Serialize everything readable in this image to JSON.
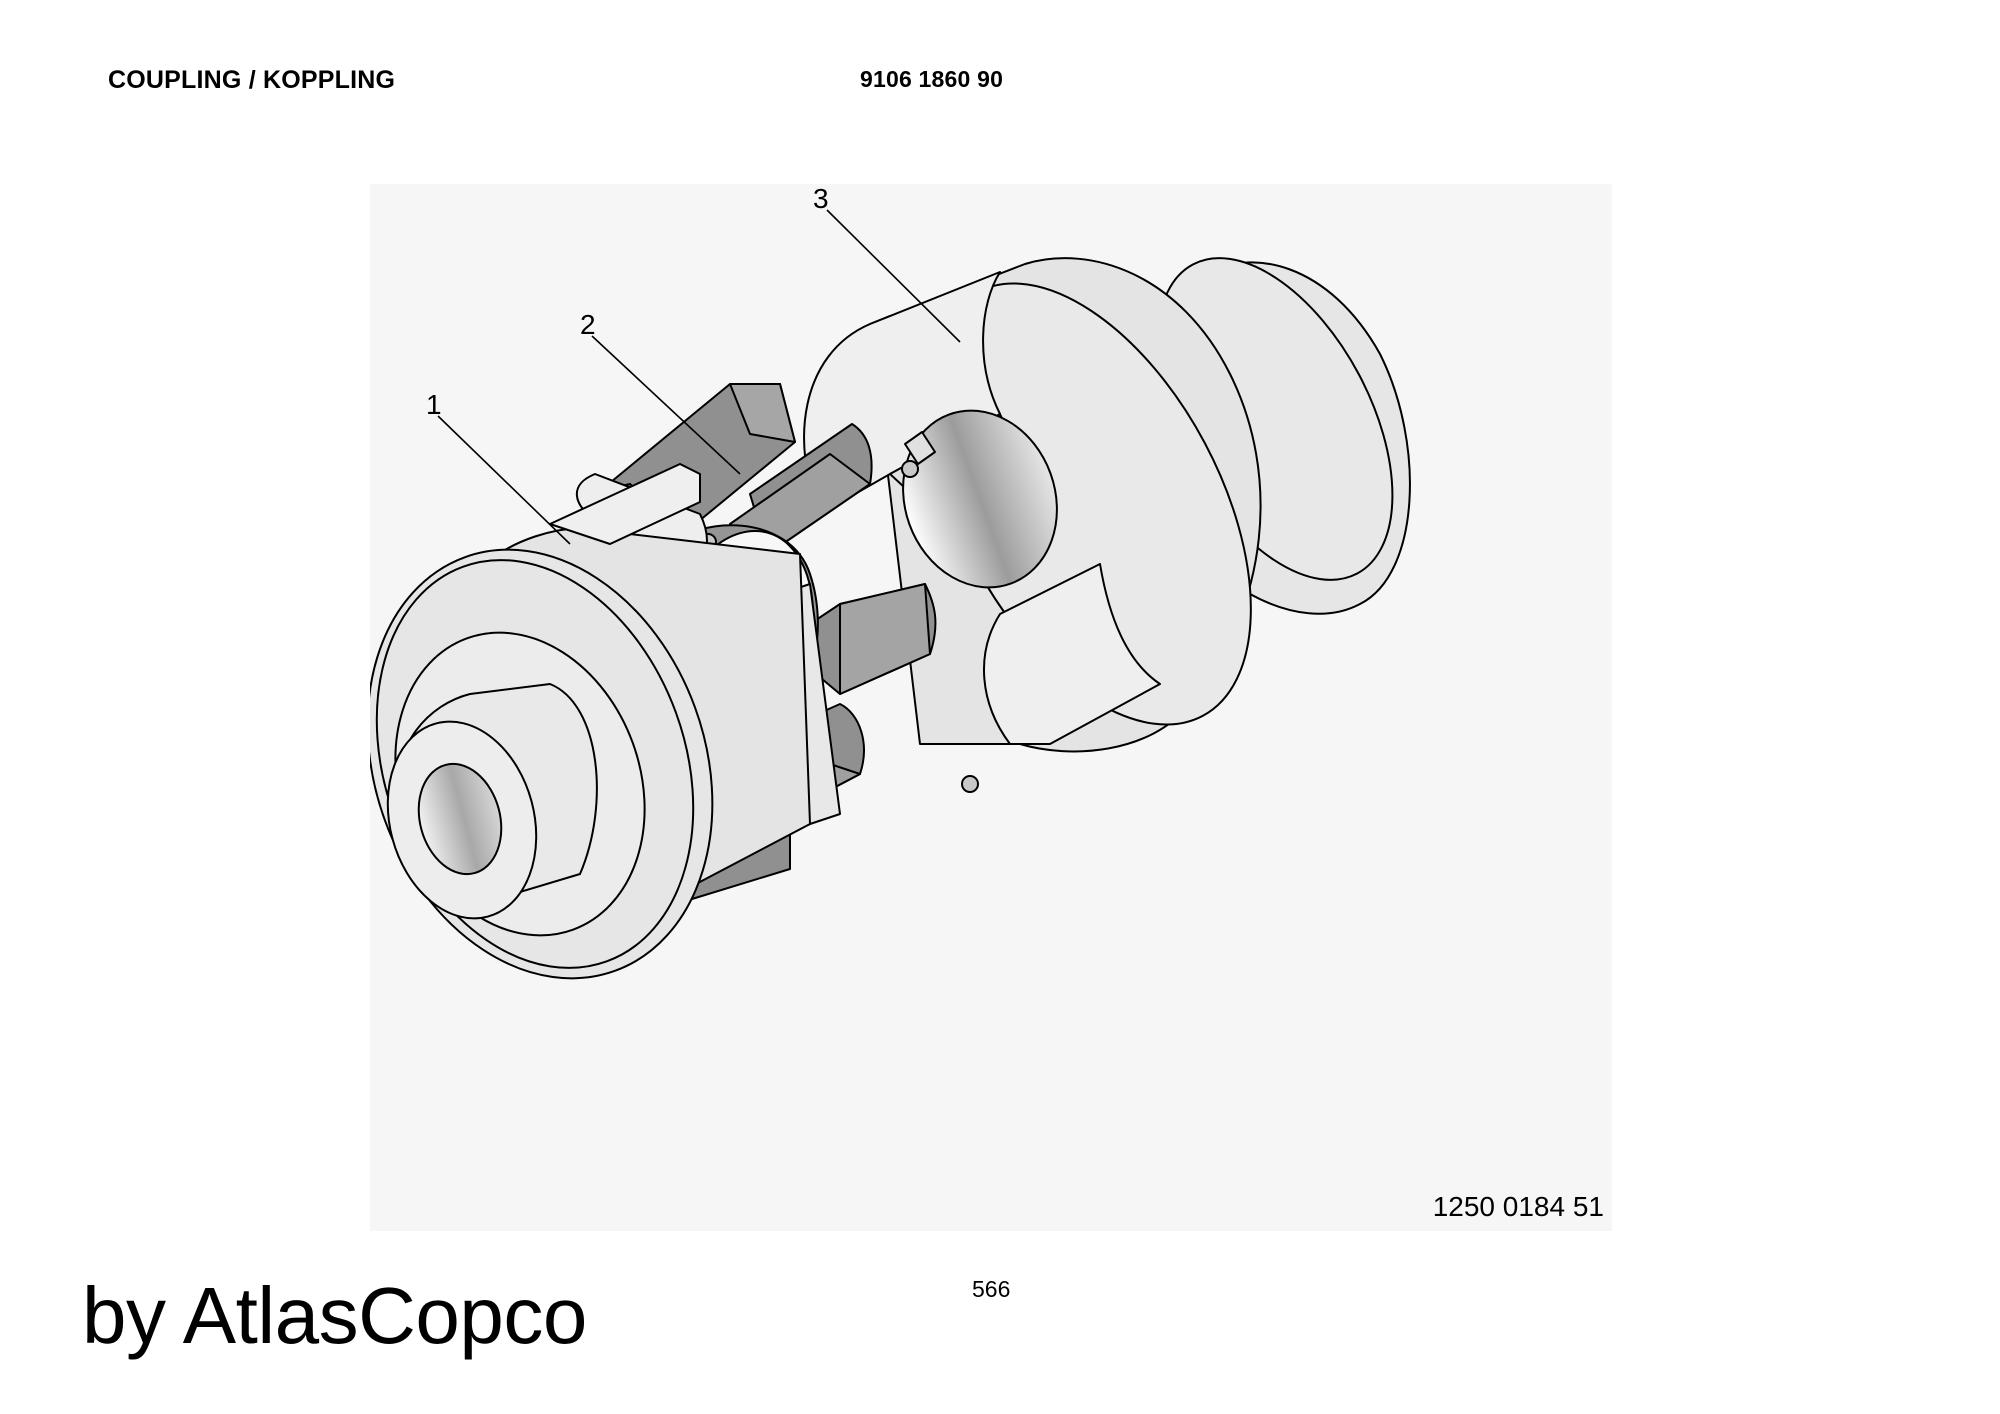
{
  "header": {
    "title": "COUPLING / KOPPLING",
    "part_number": "9106 1860 90"
  },
  "figure": {
    "callouts": [
      "1",
      "2",
      "3"
    ],
    "drawing_number": "1250 0184 51",
    "colors": {
      "background": "#f6f6f6",
      "hub": "#e6e6e6",
      "spider": "#909090",
      "outline": "#000000"
    }
  },
  "footer": {
    "page_number": "566",
    "watermark": "by AtlasCopco"
  }
}
